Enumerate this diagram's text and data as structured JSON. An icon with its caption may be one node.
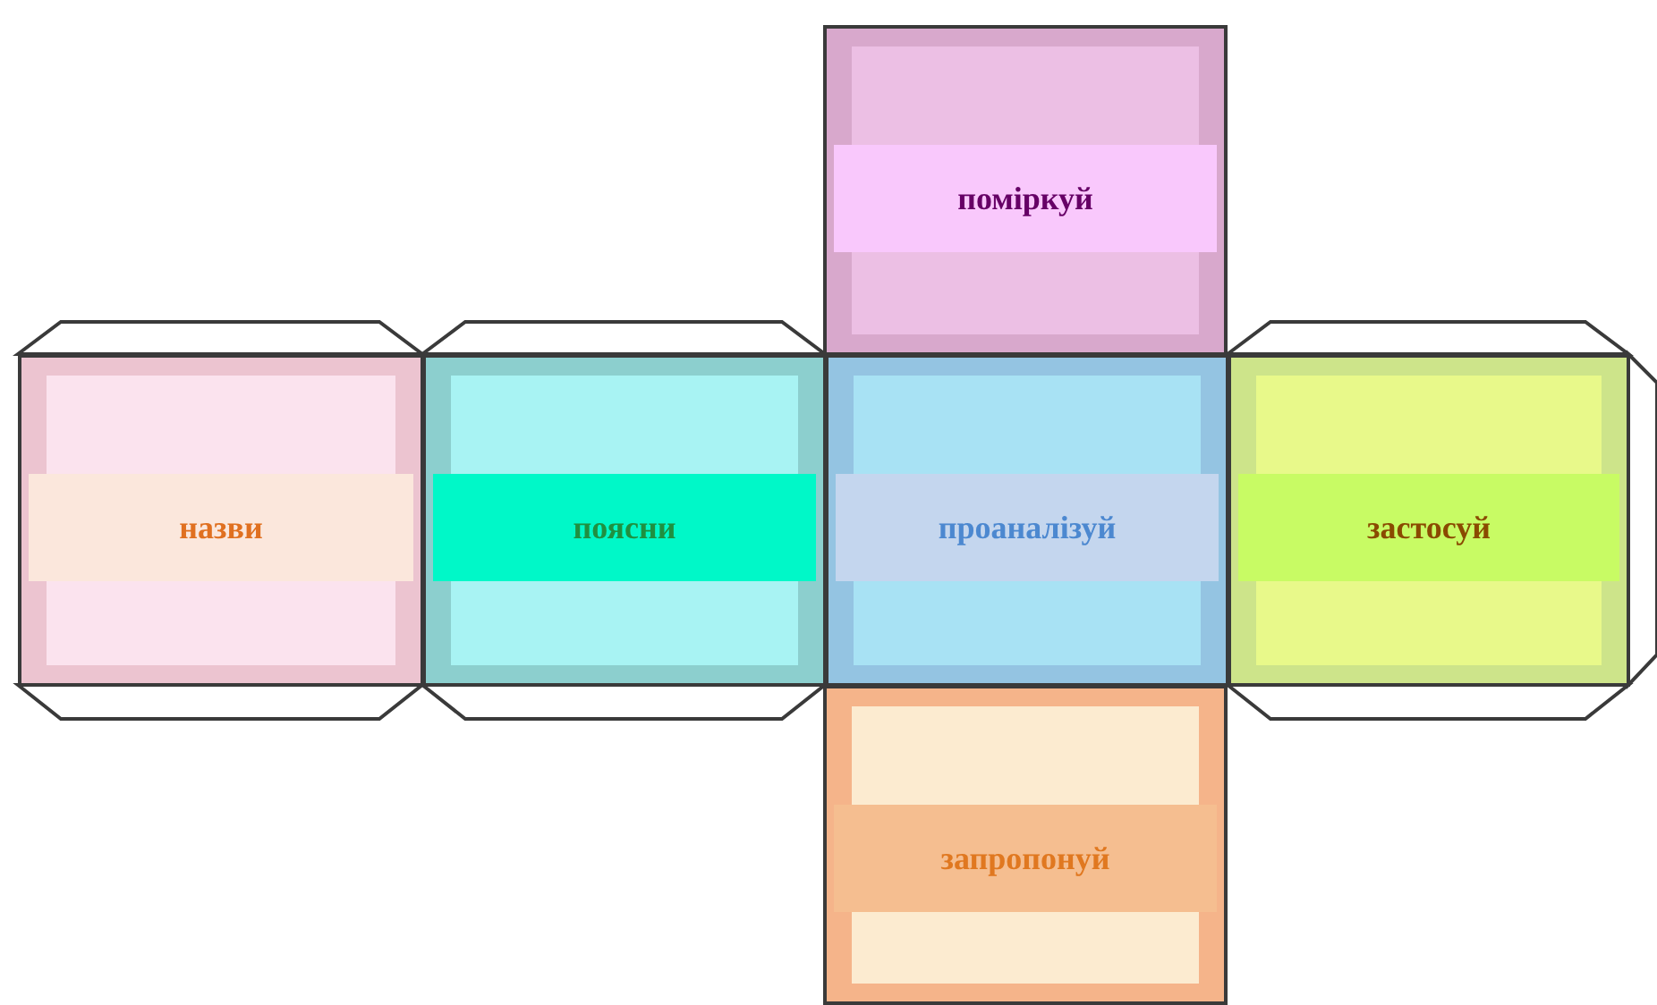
{
  "diagram": {
    "nodes": [
      {
        "text": [
          "поміркуй"
        ]
      },
      {
        "text": [
          "назви"
        ]
      },
      {
        "text": [
          "поясни"
        ]
      },
      {
        "text": [
          "проаналізуй"
        ]
      },
      {
        "text": [
          "застосуй"
        ]
      },
      {
        "text": [
          "запропонуй"
        ]
      }
    ]
  }
}
